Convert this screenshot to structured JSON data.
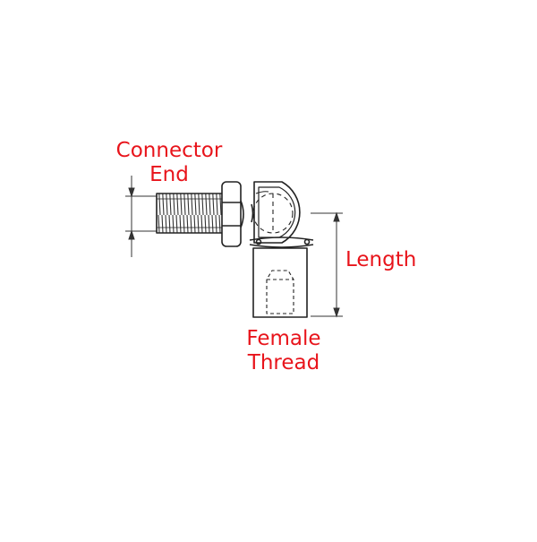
{
  "labels": {
    "connector_end": [
      "Connector",
      "End"
    ],
    "length": "Length",
    "female_thread": [
      "Female",
      "Thread"
    ]
  },
  "colors": {
    "label": "#e8141b",
    "line": "#222222",
    "background": "#ffffff"
  }
}
